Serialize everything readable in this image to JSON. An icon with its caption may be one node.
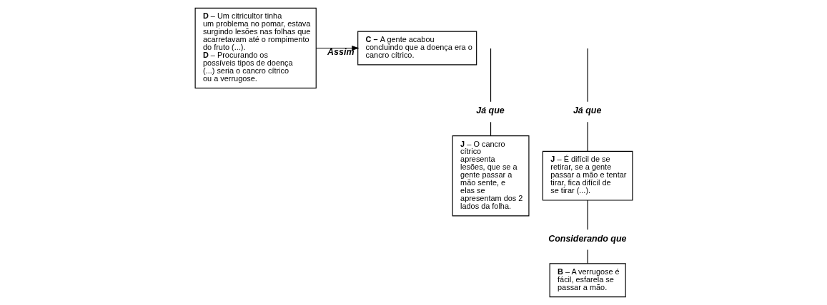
{
  "diagram": {
    "nodes": [
      {
        "text": [
          "**D** – Um citricultor tinha um problema no pomar, estava surgindo lesões nas folhas que acarretavam até o rompimento do fruto (...).",
          "**D** – Procurando os possíveis tipos de doença (...) seria o cancro cítrico ou a verrugose."
        ]
      },
      {
        "text": [
          "**C –** A gente acabou concluindo que a doença era o cancro cítrico."
        ]
      },
      {
        "text": [
          "Já que"
        ]
      },
      {
        "text": [
          "**J** – O cancro cítrico apresenta lesões, que se a gente passar a mão sente, e elas se apresentam dos 2 lados da folha."
        ]
      },
      {
        "text": [
          "Já que"
        ]
      },
      {
        "text": [
          "**J** – É difícil de se retirar, se a gente passar a mão e tentar tirar, fica difícil de se tirar (...)."
        ]
      },
      {
        "text": [
          "Considerando que"
        ]
      },
      {
        "text": [
          "**B** – A verrugose é fácil, esfarela se passar a mão."
        ]
      }
    ],
    "edges": [
      {
        "from": 0,
        "to": 1,
        "arrow": "to",
        "label": "Assim"
      },
      {
        "from": null,
        "to": 2,
        "arrow": "none"
      },
      {
        "from": 2,
        "to": 3,
        "arrow": "none"
      },
      {
        "from": null,
        "to": 4,
        "arrow": "none"
      },
      {
        "from": 4,
        "to": 5,
        "arrow": "none"
      },
      {
        "from": 5,
        "to": 6,
        "arrow": "none"
      },
      {
        "from": 6,
        "to": 7,
        "arrow": "none"
      }
    ]
  }
}
